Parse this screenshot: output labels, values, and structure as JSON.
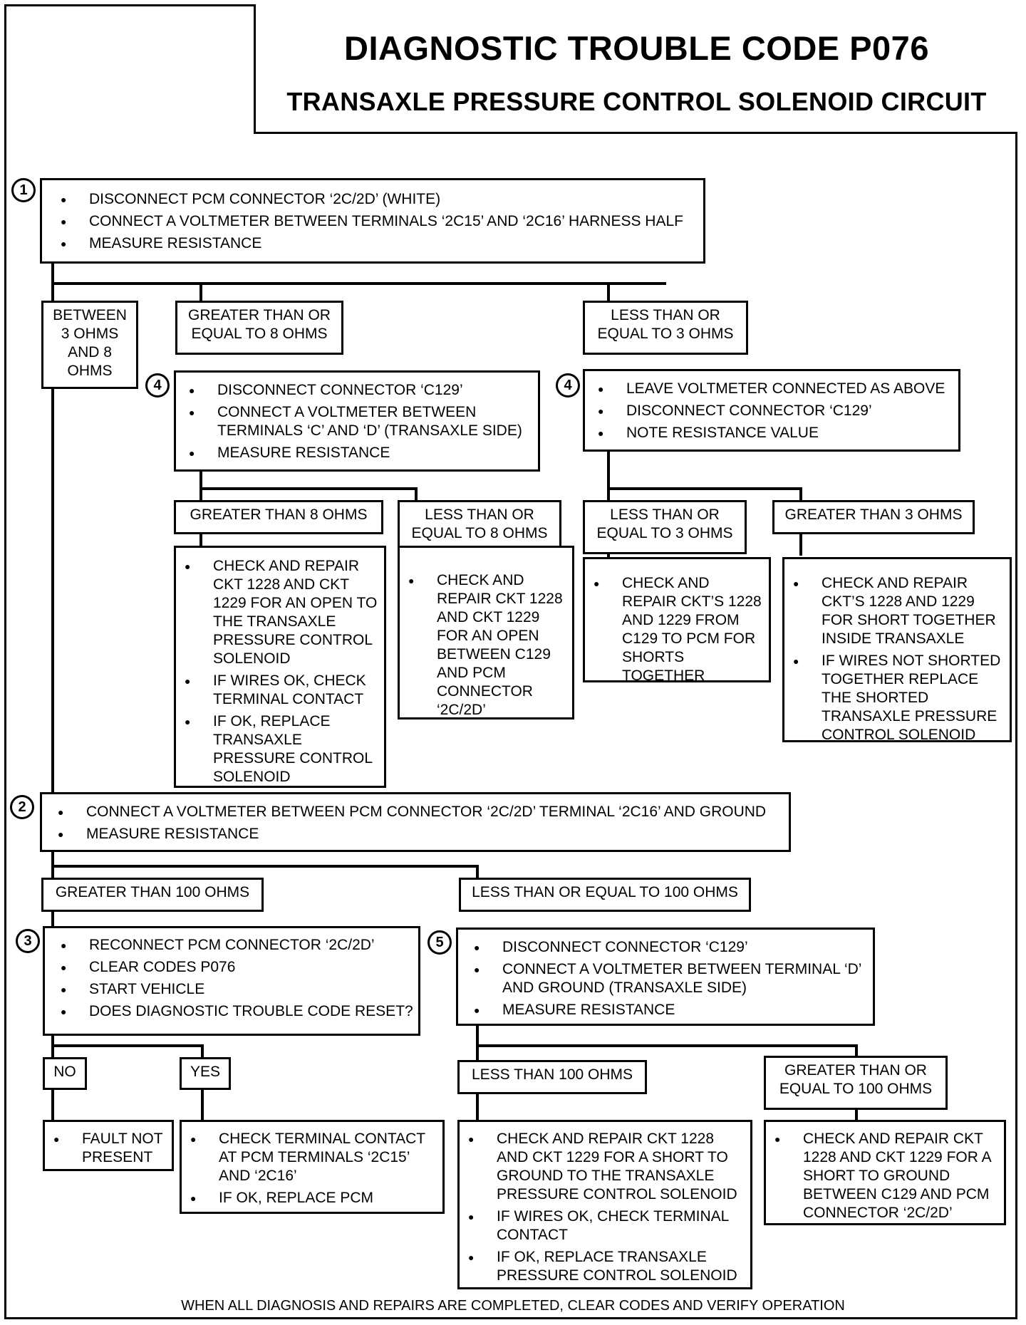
{
  "title": "DIAGNOSTIC TROUBLE CODE P076",
  "subtitle": "TRANSAXLE PRESSURE CONTROL SOLENOID CIRCUIT",
  "step1": {
    "num": "1",
    "items": [
      "DISCONNECT PCM CONNECTOR ‘2C/2D’ (WHITE)",
      "CONNECT A VOLTMETER BETWEEN TERMINALS ‘2C15’ AND ‘2C16’ HARNESS HALF",
      "MEASURE RESISTANCE"
    ]
  },
  "step1_results": {
    "between": "BETWEEN 3 OHMS AND 8 OHMS",
    "ge8": "GREATER THAN OR EQUAL TO 8 OHMS",
    "le3": "LESS THAN OR EQUAL TO 3 OHMS"
  },
  "step4a": {
    "num": "4",
    "items": [
      "DISCONNECT CONNECTOR ‘C129’",
      "CONNECT A VOLTMETER BETWEEN TERMINALS ‘C’ AND ‘D’ (TRANSAXLE SIDE)",
      "MEASURE RESISTANCE"
    ]
  },
  "step4b": {
    "num": "4",
    "items": [
      "LEAVE VOLTMETER CONNECTED AS ABOVE",
      "DISCONNECT CONNECTOR ‘C129’",
      "NOTE RESISTANCE VALUE"
    ]
  },
  "step4a_results": {
    "gt8": "GREATER THAN 8 OHMS",
    "le8": "LESS THAN OR EQUAL TO 8 OHMS"
  },
  "step4b_results": {
    "le3": "LESS THAN OR EQUAL TO 3 OHMS",
    "gt3": "GREATER THAN 3 OHMS"
  },
  "action_gt8": [
    "CHECK AND REPAIR CKT 1228 AND CKT 1229 FOR AN OPEN TO THE TRANSAXLE PRESSURE CONTROL SOLENOID",
    "IF WIRES OK, CHECK TERMINAL CONTACT",
    "IF OK, REPLACE TRANSAXLE PRESSURE CONTROL SOLENOID"
  ],
  "action_le8": [
    "CHECK AND REPAIR CKT 1228 AND CKT 1229 FOR AN OPEN BETWEEN C129 AND PCM CONNECTOR ‘2C/2D’"
  ],
  "action_le3": [
    "CHECK AND REPAIR CKT’S 1228 AND 1229 FROM C129 TO PCM FOR SHORTS TOGETHER"
  ],
  "action_gt3": [
    "CHECK AND REPAIR CKT’S 1228 AND 1229 FOR SHORT TOGETHER INSIDE TRANSAXLE",
    "IF WIRES NOT SHORTED TOGETHER REPLACE THE SHORTED TRANSAXLE PRESSURE CONTROL SOLENOID"
  ],
  "step2": {
    "num": "2",
    "items": [
      "CONNECT A VOLTMETER BETWEEN PCM CONNECTOR ‘2C/2D’ TERMINAL ‘2C16’ AND GROUND",
      "MEASURE RESISTANCE"
    ]
  },
  "step2_results": {
    "gt100": "GREATER THAN 100 OHMS",
    "le100": "LESS THAN OR EQUAL TO 100 OHMS"
  },
  "step3": {
    "num": "3",
    "items": [
      "RECONNECT PCM CONNECTOR ‘2C/2D’",
      "CLEAR CODES P076",
      "START VEHICLE",
      "DOES DIAGNOSTIC TROUBLE CODE RESET?"
    ]
  },
  "step5": {
    "num": "5",
    "items": [
      "DISCONNECT CONNECTOR ‘C129’",
      "CONNECT A VOLTMETER BETWEEN TERMINAL ‘D’ AND GROUND (TRANSAXLE SIDE)",
      "MEASURE RESISTANCE"
    ]
  },
  "step3_results": {
    "no": "NO",
    "yes": "YES"
  },
  "step5_results": {
    "lt100": "LESS THAN 100 OHMS",
    "ge100": "GREATER THAN OR EQUAL TO 100 OHMS"
  },
  "action_no": [
    "FAULT NOT PRESENT"
  ],
  "action_yes": [
    "CHECK TERMINAL CONTACT AT PCM TERMINALS ‘2C15’ AND ‘2C16’",
    "IF OK, REPLACE PCM"
  ],
  "action_lt100": [
    "CHECK AND REPAIR CKT 1228 AND CKT 1229 FOR A SHORT TO GROUND TO THE TRANSAXLE PRESSURE CONTROL SOLENOID",
    "IF WIRES OK, CHECK TERMINAL CONTACT",
    "IF OK, REPLACE TRANSAXLE PRESSURE CONTROL SOLENOID"
  ],
  "action_ge100": [
    "CHECK AND REPAIR CKT 1228 AND CKT 1229 FOR A SHORT TO GROUND BETWEEN C129 AND PCM CONNECTOR ‘2C/2D’"
  ],
  "footer": "WHEN ALL DIAGNOSIS AND REPAIRS ARE COMPLETED, CLEAR CODES AND VERIFY OPERATION"
}
